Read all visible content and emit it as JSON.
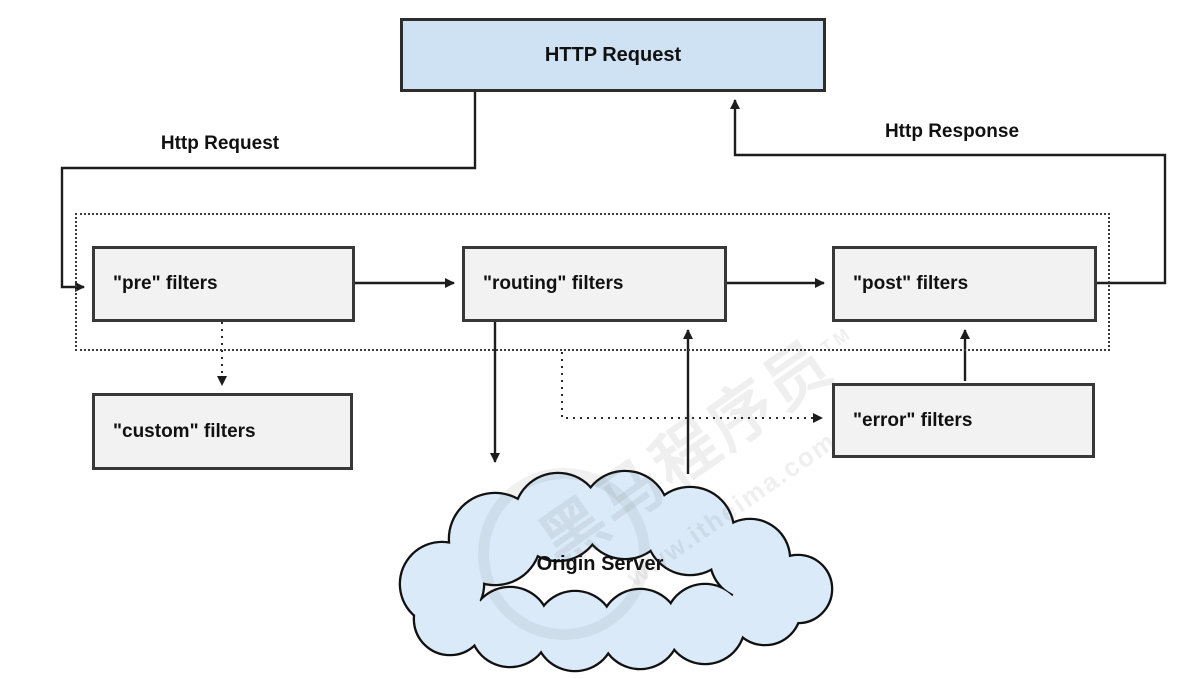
{
  "nodes": {
    "http_request": "HTTP Request",
    "pre": "\"pre\" filters",
    "routing": "\"routing\" filters",
    "post": "\"post\" filters",
    "custom": "\"custom\" filters",
    "error": "\"error\" filters",
    "origin": "Origin Server"
  },
  "edge_labels": {
    "http_request": "Http Request",
    "http_response": "Http Response"
  },
  "watermark": {
    "brand": "黑马程序员",
    "tm": "TM",
    "url": "www.itheima.com"
  },
  "colors": {
    "request_box_fill": "#cfe2f3",
    "filter_box_fill": "#f2f2f2",
    "cloud_fill": "#daeaf8",
    "line": "#1d1d1d",
    "border": "#383838"
  }
}
